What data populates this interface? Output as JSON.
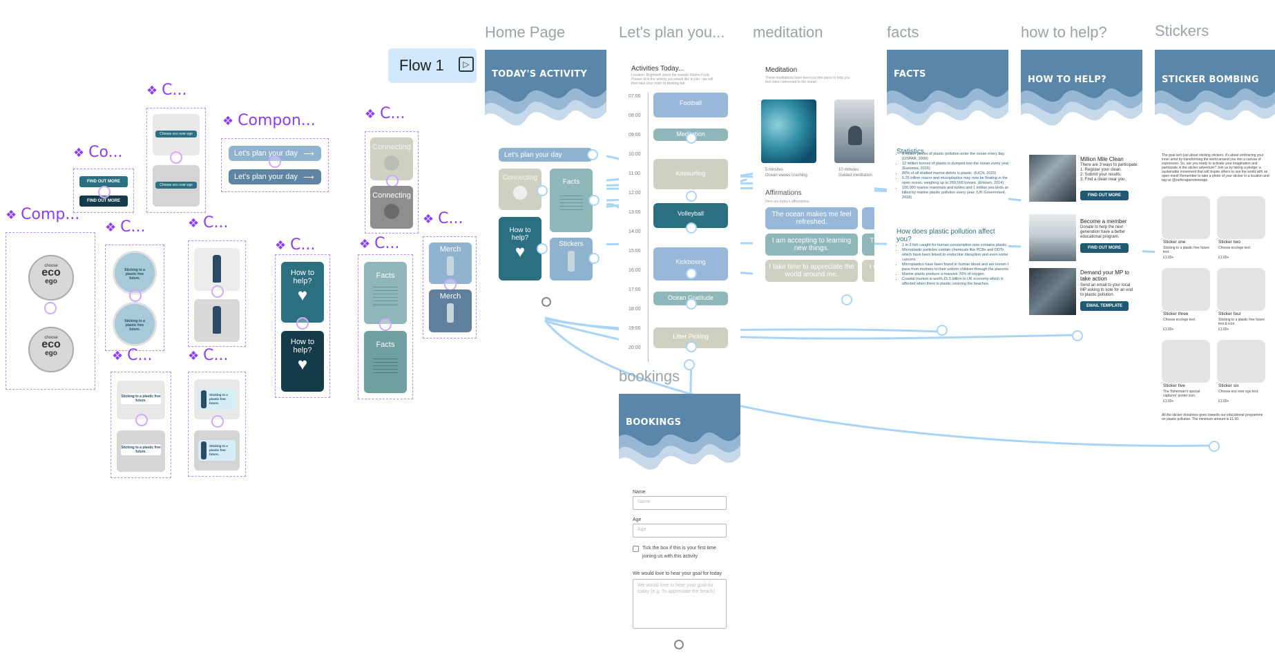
{
  "components": {
    "c1_title": "Comp...",
    "c2_title": "Co...",
    "c3_title": "C...",
    "c4_title": "C...",
    "c5_title": "C...",
    "c6_title": "C...",
    "c7_title": "Compon...",
    "c8_title": "C...",
    "c9_title": "C...",
    "c10_title": "C...",
    "c11_title": "C...",
    "c12_title": "C...",
    "eco_top": "choose",
    "eco_main": "eco",
    "eco_sub": "ego",
    "find_out_more": "FIND OUT MORE",
    "choose_eco": "Choose eco over ego",
    "sticking": "Sticking to a plastic free future.",
    "plan_day": "Let's plan your day",
    "arrow": "⟶",
    "connecting": "Connecting",
    "how_help": "How to help?",
    "facts": "Facts",
    "merch": "Merch"
  },
  "flow": {
    "label": "Flow 1"
  },
  "frames": {
    "home": {
      "label": "Home Page",
      "banner": "TODAY'S ACTIVITY",
      "plan": "Let's plan your day",
      "connecting": "Connecting",
      "facts": "Facts",
      "how": "How to help?",
      "stickers": "Stickers"
    },
    "plan": {
      "label": "Let's plan you...",
      "heading": "Activities Today...",
      "sub1": "Location: Brightwell street the outside Kitsmo Food",
      "sub2": "Please click the activity you would like to join - we will",
      "sub3": "then take your order to booking tab.",
      "times": [
        "07:00",
        "08:00",
        "09:00",
        "10:00",
        "11:00",
        "12:00",
        "13:00",
        "14:00",
        "15:00",
        "16:00",
        "17:00",
        "18:00",
        "19:00",
        "20:00"
      ],
      "activities": [
        "Football",
        "Meditation",
        "Kitesurfing",
        "Volleyball",
        "Kickboxing",
        "Ocean Gratitude",
        "Litter Picking"
      ]
    },
    "meditation": {
      "label": "meditation",
      "heading": "Meditation",
      "sub": "These meditations have been put into place to help you feel more connected to the ocean.",
      "cap1a": "5 minutes",
      "cap1b": "Ocean waves crashing.",
      "cap2a": "10 minutes",
      "cap2b": "Guided meditation.",
      "aff_title": "Affirmations",
      "aff_sub": "Here are today's affirmations",
      "aff": [
        "The ocean makes me feel refreshed.",
        "I am accepting to learning new things.",
        "I take time to appreciate the world around me."
      ],
      "aff_cut": [
        "T",
        "The",
        "I wa"
      ]
    },
    "facts": {
      "label": "facts",
      "banner": "FACTS",
      "stats_title": "Statistics",
      "stats": [
        "8 million pieces of plastic pollution enter the ocean every day. (OSPAR, 2009)",
        "12 million tonnes of plastic is dumped into the ocean every year (Eunomia, 2016)",
        "80% of all studied marine debris is plastic. (IUCN, 2020)",
        "5.25 trillion macro and microplastics may now be floating in the open ocean, weighing up to 269,000 tonnes. (Eriksen, 2014)",
        "100,000 marine mammals and turtles and 1 million sea birds are killed by marine plastic pollution every year. (UK Government, 2018)"
      ],
      "affect_title": "How does plastic pollution affect you?",
      "affect": [
        "1 in 3 fish caught for human consumption now contains plastic.",
        "Microplastic particles contain chemicals like PCBs and DDTs which have been linked to endocrine disruption and even some cancers.",
        "Microplastics have been found in human blood and are known to pass from mothers to their unborn children through the placenta.",
        "Marine plants produce a massive 70% of oxygen.",
        "Coastal tourism is worth £5.5 billion to UK economy which is affected when there is plastic covering the beaches."
      ]
    },
    "help": {
      "label": "how to help?",
      "banner": "HOW TO HELP?",
      "i1_title": "Million Mile Clean",
      "i1_lines": [
        "There are 3 ways to participate:",
        "1. Register your clean.",
        "2. Submit your results.",
        "3. Find a clean near you."
      ],
      "i1_btn": "FIND OUT MORE",
      "i2_title": "Become a member",
      "i2_lines": [
        "Donate to help the next",
        "generation have a better",
        "educational program."
      ],
      "i2_btn": "FIND OUT MORE",
      "i3_title": "Demand your MP to take action",
      "i3_lines": [
        "Send an email to your local",
        "MP asking to vote for an end",
        "to plastic pollution."
      ],
      "i3_btn": "EMAIL TEMPLATE"
    },
    "stickers": {
      "label": "Stickers",
      "banner": "STICKER BOMBING",
      "intro": "The goal isn't just about sticking stickers; it's about embracing your inner artist by transforming the world around you into a canvas of expression. So, are you ready to activate your imagination and participate in the sticker adventure? Join us by taking a pledge: a sustainable movement that will inspire others to see the world with an open mind! Remember to take a photo of your sticker in a location and tag us @surferagainstsewage",
      "items": [
        {
          "name": "Sticker one",
          "desc": "Sticking to a plastic free future text.",
          "price": "£1.00+"
        },
        {
          "name": "Sticker two",
          "desc": "Choose eco/ego text.",
          "price": "£1.00+"
        },
        {
          "name": "Sticker three",
          "desc": "Choose eco/ego text.",
          "price": "£1.00+"
        },
        {
          "name": "Sticker four",
          "desc": "Sticking to a plastic free future text & icon.",
          "price": "£1.00+"
        },
        {
          "name": "Sticker five",
          "desc": "The 'fisherman's special captures' poster icon.",
          "price": "£1.00+"
        },
        {
          "name": "Sticker six",
          "desc": "Choose eco over ego text.",
          "price": "£1.00+"
        }
      ],
      "footer": "All the sticker donations goes towards our educational programme on plastic pollution. The minimum amount is £1.00."
    },
    "bookings": {
      "label": "bookings",
      "banner": "BOOKINGS",
      "name_label": "Name",
      "name_ph": "Name",
      "age_label": "Age",
      "age_ph": "Age",
      "check1": "Tick the box if this is your first time",
      "check2": "joining us with this activity",
      "goal_label": "We would love to hear your goal for today",
      "goal_ph": "We would love to hear your goal for today (e.g. To appreciate the beach)"
    }
  },
  "colors": {
    "navy": "#5a86aa",
    "teal": "#2b6f80",
    "purple": "#8b3dff",
    "flow": "#a9d4f5"
  }
}
